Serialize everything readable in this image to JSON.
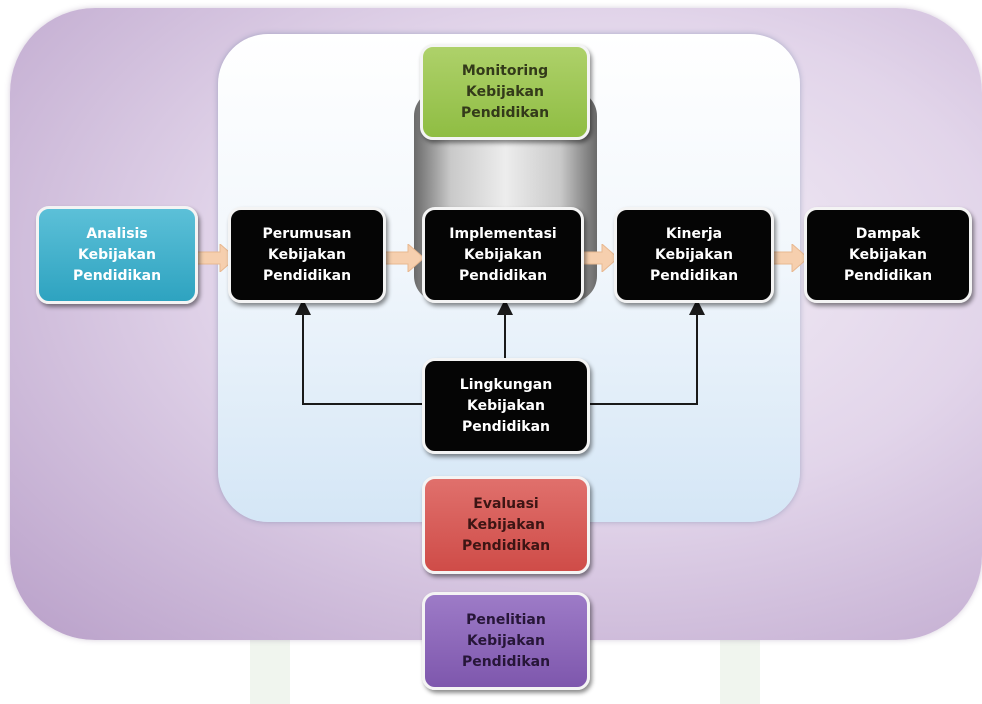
{
  "diagram": {
    "analisis": "Analisis\nKebijakan\nPendidikan",
    "perumusan": "Perumusan\nKebijakan\nPendidikan",
    "implementasi": "Implementasi\nKebijakan\nPendidikan",
    "kinerja": "Kinerja\nKebijakan\nPendidikan",
    "dampak": "Dampak\nKebijakan\nPendidikan",
    "monitoring": "Monitoring\nKebijakan\nPendidikan",
    "lingkungan": "Lingkungan\nKebijakan\nPendidikan",
    "evaluasi": "Evaluasi\nKebijakan\nPendidikan",
    "penelitian": "Penelitian\nKebijakan\nPendidikan"
  },
  "colors": {
    "analisis": "#2ea3c0",
    "monitoring": "#8fbd43",
    "evaluasi": "#cf4c48",
    "penelitian": "#7e57ad",
    "process": "#050505",
    "arrow": "#f6cfae"
  }
}
